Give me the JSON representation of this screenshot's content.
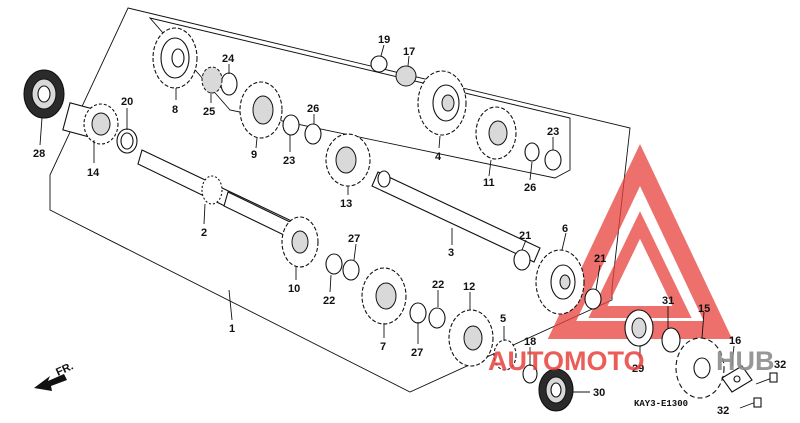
{
  "diagram": {
    "part_numbers": [
      "1",
      "2",
      "3",
      "4",
      "5",
      "6",
      "7",
      "8",
      "9",
      "10",
      "11",
      "12",
      "13",
      "14",
      "15",
      "16",
      "17",
      "18",
      "19",
      "20",
      "21",
      "21",
      "22",
      "22",
      "23",
      "23",
      "24",
      "25",
      "26",
      "26",
      "27",
      "27",
      "28",
      "29",
      "30",
      "31",
      "32",
      "32"
    ],
    "direction_label": "FR.",
    "drawing_code": "KAY3-E1300"
  },
  "watermark": {
    "text_red": "AUTOMOTO",
    "text_grey": "HUB",
    "color_red": "#e8413c",
    "color_grey": "#8c8c8c",
    "icon": "triangle-logo-icon"
  }
}
